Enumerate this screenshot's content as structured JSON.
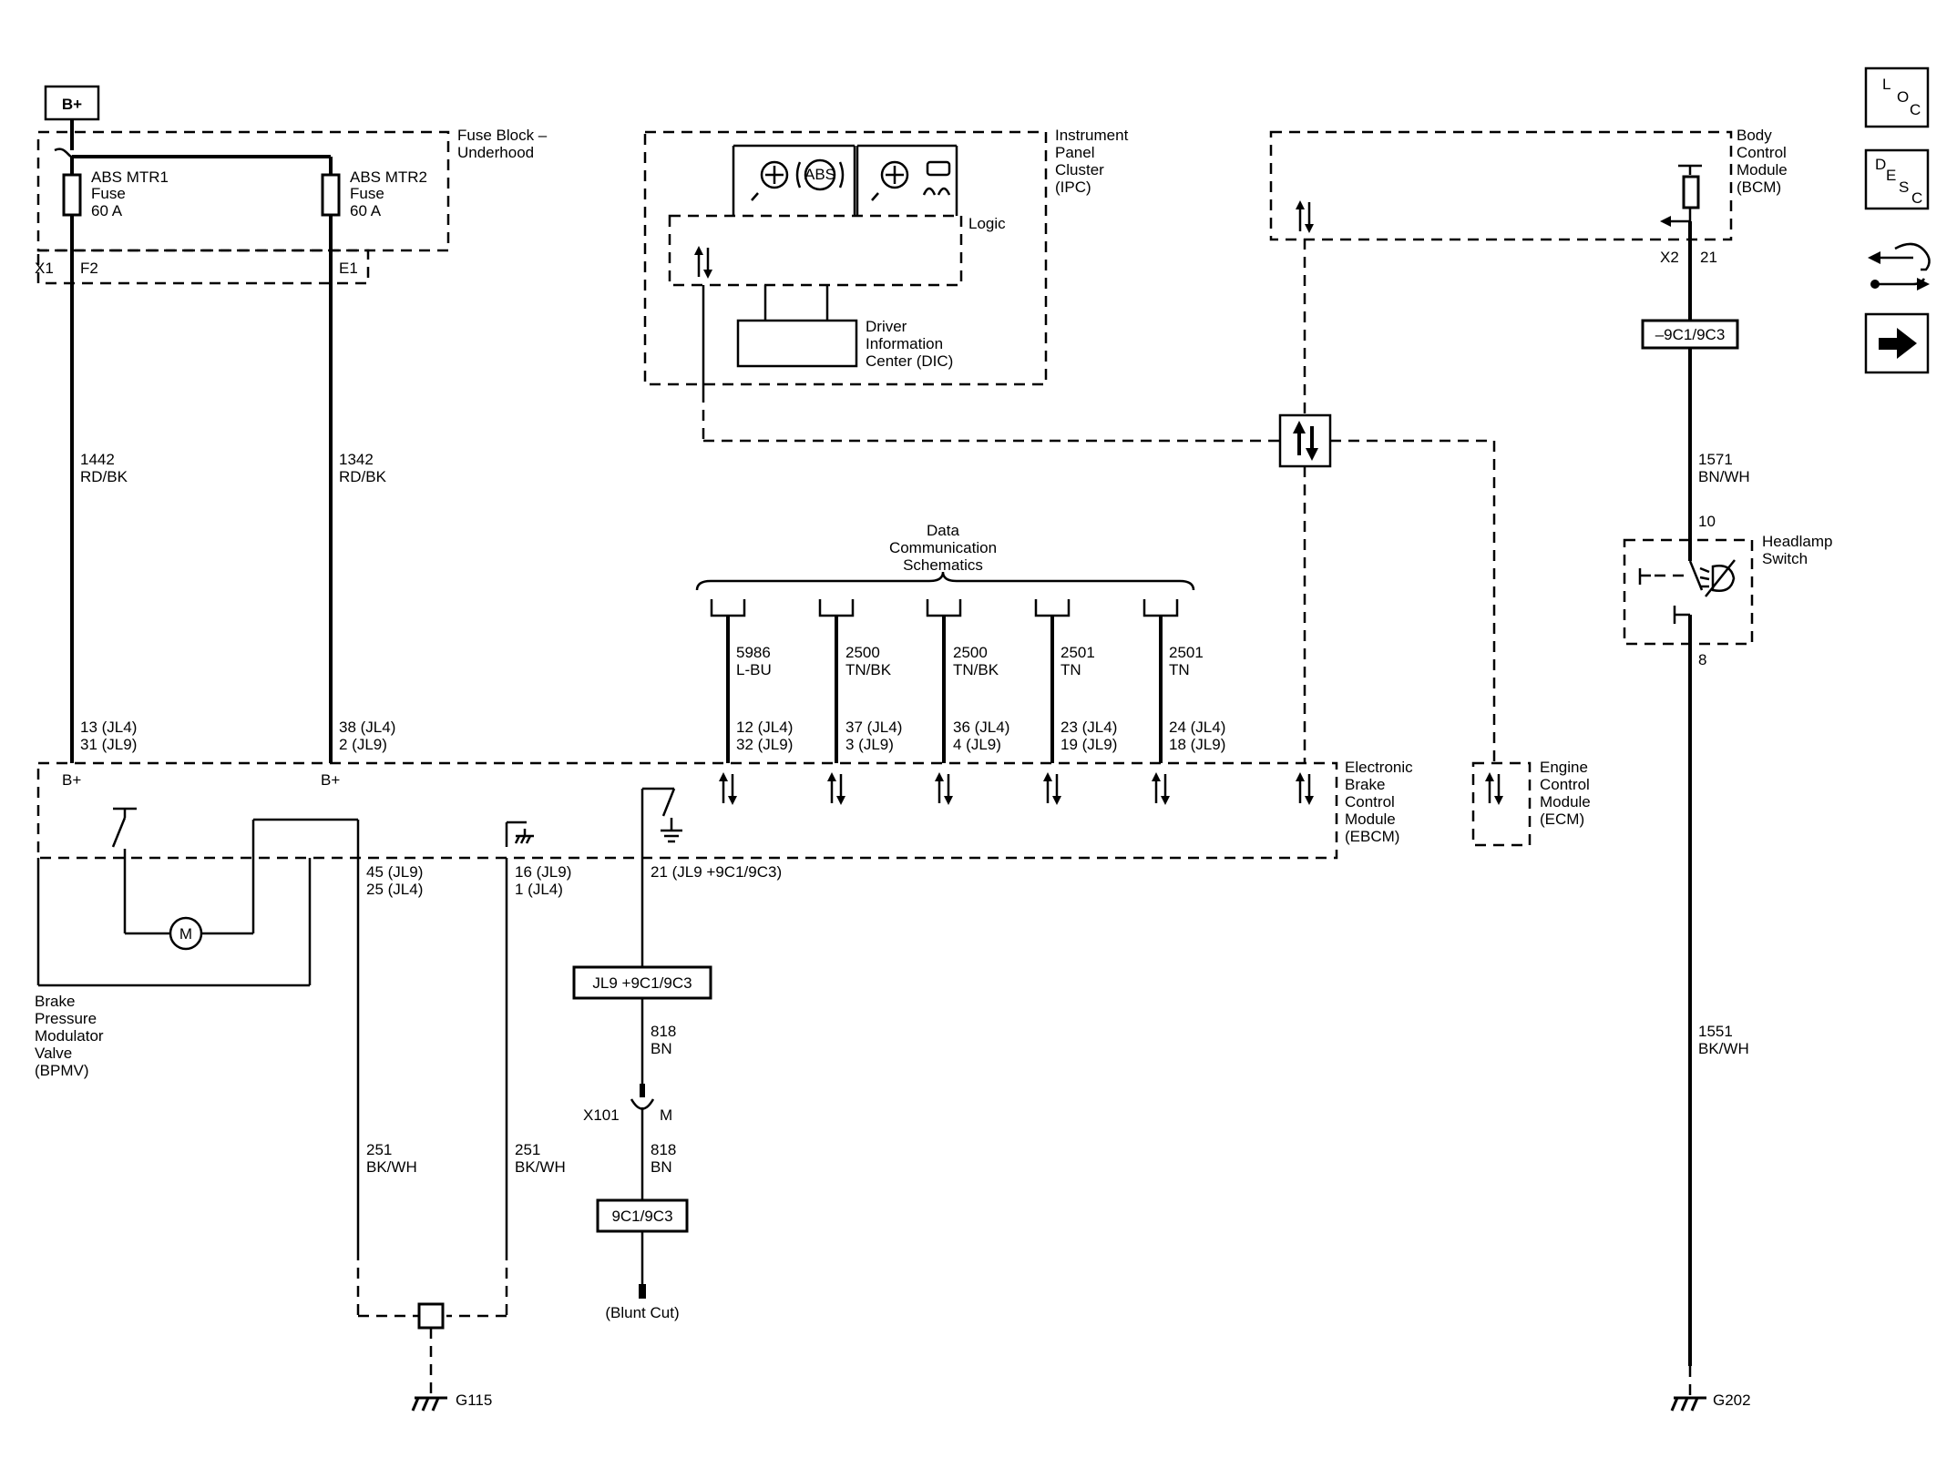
{
  "power": {
    "label": "B+"
  },
  "fuse_block": {
    "name": "Fuse Block –",
    "name2": "Underhood",
    "fuse1": {
      "l1": "ABS MTR1",
      "l2": "Fuse",
      "l3": "60 A",
      "pin": "F2",
      "conn": "X1"
    },
    "fuse2": {
      "l1": "ABS MTR2",
      "l2": "Fuse",
      "l3": "60 A",
      "pin": "E1"
    }
  },
  "wires": {
    "w1442": {
      "num": "1442",
      "color": "RD/BK",
      "pin1": "13 (JL4)",
      "pin2": "31 (JL9)"
    },
    "w1342": {
      "num": "1342",
      "color": "RD/BK",
      "pin1": "38 (JL4)",
      "pin2": "2 (JL9)"
    },
    "w5986": {
      "num": "5986",
      "color": "L-BU",
      "pin1": "12 (JL4)",
      "pin2": "32 (JL9)"
    },
    "w2500a": {
      "num": "2500",
      "color": "TN/BK",
      "pin1": "37 (JL4)",
      "pin2": "3 (JL9)"
    },
    "w2500b": {
      "num": "2500",
      "color": "TN/BK",
      "pin1": "36 (JL4)",
      "pin2": "4 (JL9)"
    },
    "w2501a": {
      "num": "2501",
      "color": "TN",
      "pin1": "23 (JL4)",
      "pin2": "19 (JL9)"
    },
    "w2501b": {
      "num": "2501",
      "color": "TN",
      "pin1": "24 (JL4)",
      "pin2": "18 (JL9)"
    },
    "w251a": {
      "num": "251",
      "color": "BK/WH",
      "pin1": "45 (JL9)",
      "pin2": "25 (JL4)"
    },
    "w251b": {
      "num": "251",
      "color": "BK/WH",
      "pin1": "16 (JL9)",
      "pin2": "1 (JL4)"
    },
    "w818a": {
      "num": "818",
      "color": "BN",
      "pin": "21 (JL9 +9C1/9C3)"
    },
    "w818b": {
      "num": "818",
      "color": "BN"
    },
    "w1571": {
      "num": "1571",
      "color": "BN/WH"
    },
    "w1551": {
      "num": "1551",
      "color": "BK/WH"
    }
  },
  "ipc": {
    "l1": "Instrument",
    "l2": "Panel",
    "l3": "Cluster",
    "l4": "(IPC)",
    "logic": "Logic",
    "abs": "ABS"
  },
  "dic": {
    "l1": "Driver",
    "l2": "Information",
    "l3": "Center (DIC)"
  },
  "bcm": {
    "l1": "Body",
    "l2": "Control",
    "l3": "Module",
    "l4": "(BCM)",
    "conn": "X2",
    "pin": "21"
  },
  "data_comm": {
    "l1": "Data",
    "l2": "Communication",
    "l3": "Schematics"
  },
  "ebcm": {
    "l1": "Electronic",
    "l2": "Brake",
    "l3": "Control",
    "l4": "Module",
    "l5": "(EBCM)",
    "bplus1": "B+",
    "bplus2": "B+"
  },
  "ecm": {
    "l1": "Engine",
    "l2": "Control",
    "l3": "Module",
    "l4": "(ECM)"
  },
  "bpmv": {
    "l1": "Brake",
    "l2": "Pressure",
    "l3": "Modulator",
    "l4": "Valve",
    "l5": "(BPMV)",
    "motor": "M"
  },
  "headlamp": {
    "l1": "Headlamp",
    "l2": "Switch",
    "pin_top": "10",
    "pin_bot": "8"
  },
  "options": {
    "jl9": "JL9 +9C1/9C3",
    "c9": "9C1/9C3",
    "neg": "–9C1/9C3"
  },
  "connector": {
    "name": "X101",
    "gender": "M"
  },
  "blunt": {
    "label": "(Blunt Cut)"
  },
  "grounds": {
    "g115": "G115",
    "g202": "G202"
  },
  "nav": {
    "loc": [
      "L",
      "O",
      "C"
    ],
    "desc": [
      "D",
      "E",
      "S",
      "C"
    ]
  }
}
